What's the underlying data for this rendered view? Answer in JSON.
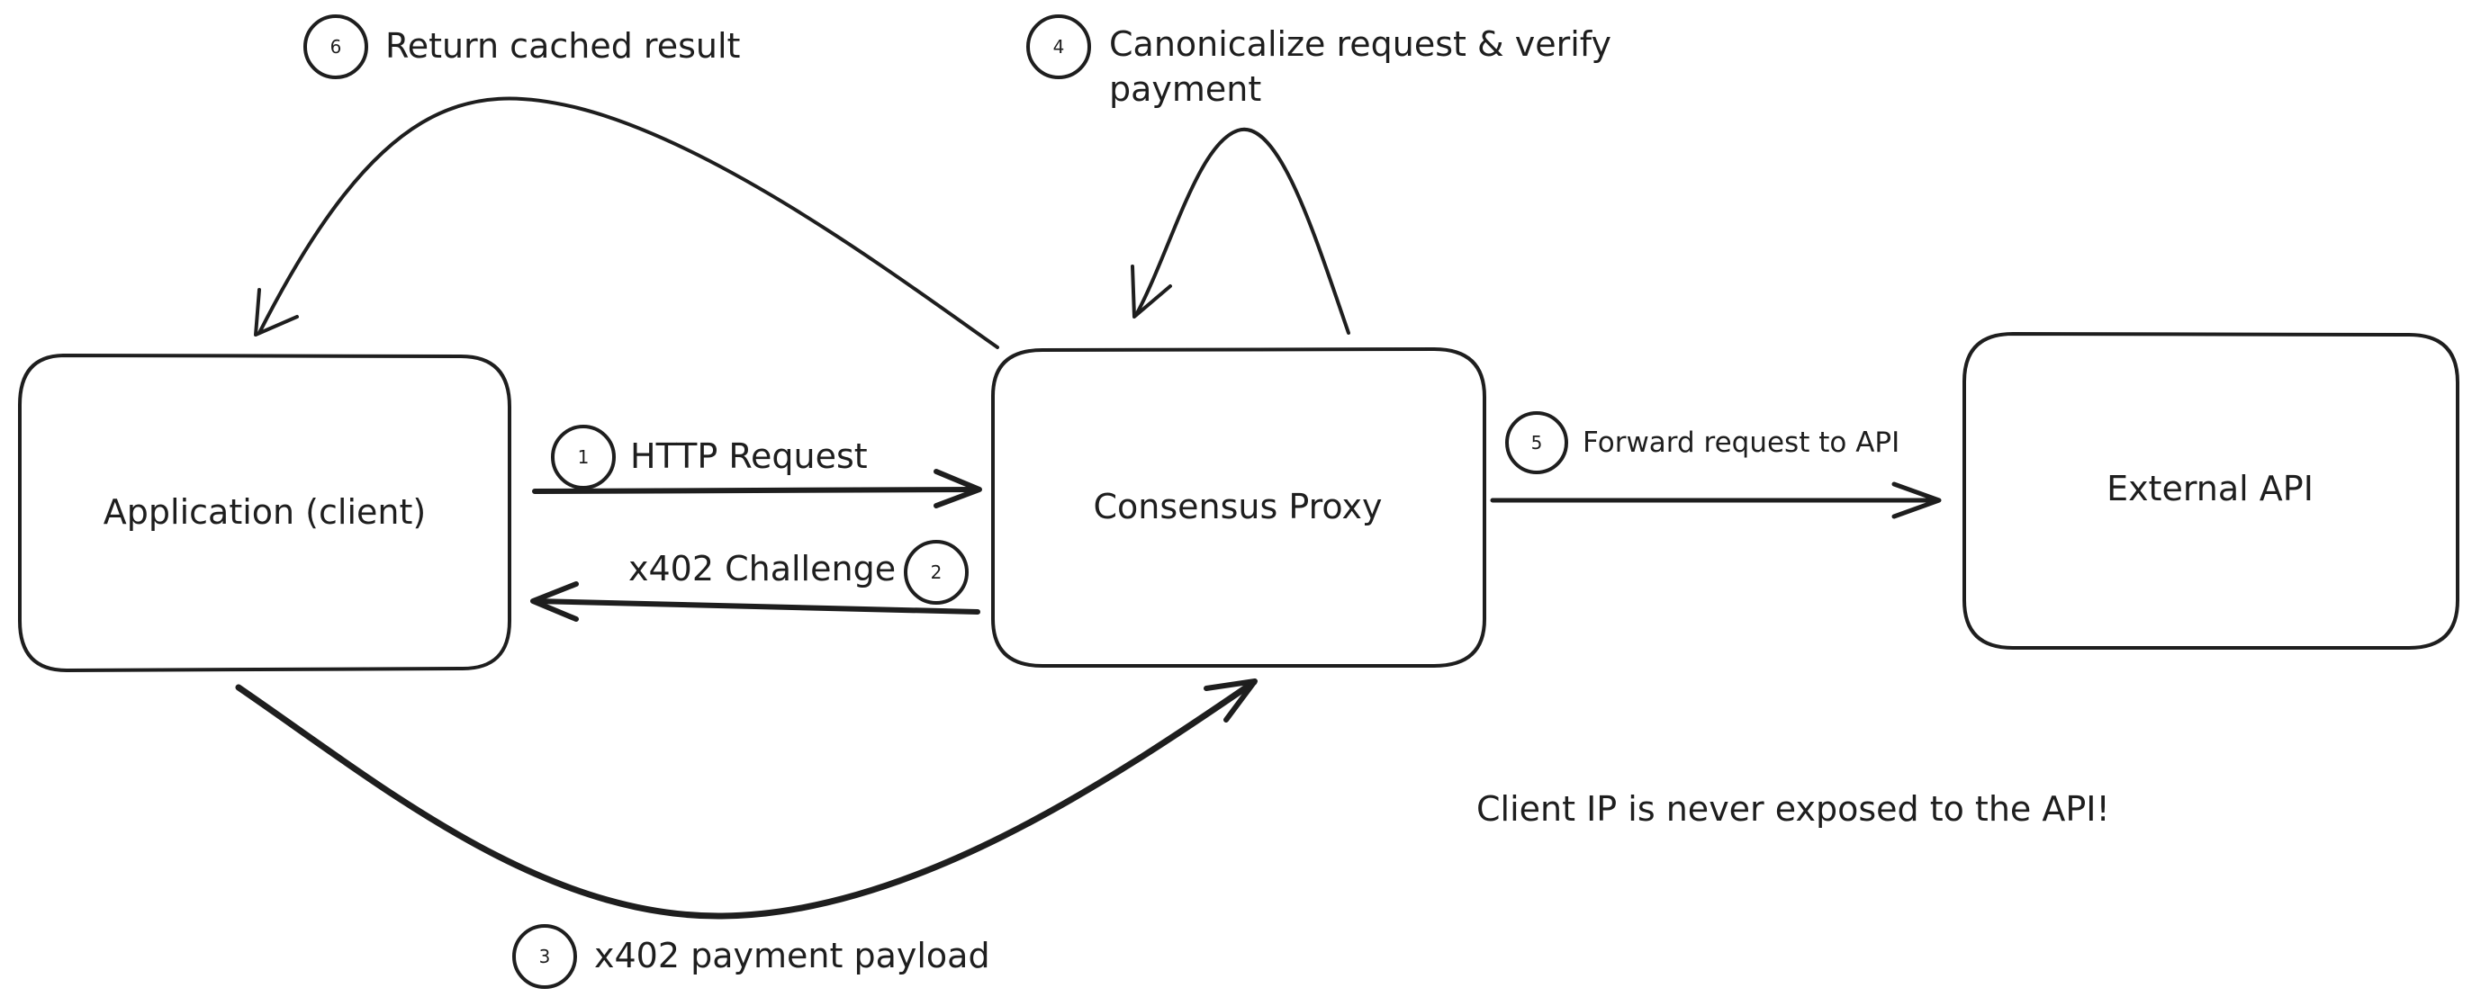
{
  "nodes": {
    "client": {
      "label": "Application (client)"
    },
    "proxy": {
      "label": "Consensus Proxy"
    },
    "api": {
      "label": "External API"
    }
  },
  "steps": [
    {
      "num": "1",
      "label": "HTTP Request"
    },
    {
      "num": "2",
      "label": "x402 Challenge"
    },
    {
      "num": "3",
      "label": "x402 payment payload"
    },
    {
      "num": "4",
      "label_line1": "Canonicalize request & verify",
      "label_line2": "payment"
    },
    {
      "num": "5",
      "label": "Forward request to API"
    },
    {
      "num": "6",
      "label": "Return cached result"
    }
  ],
  "note": "Client IP is never exposed to the API!"
}
